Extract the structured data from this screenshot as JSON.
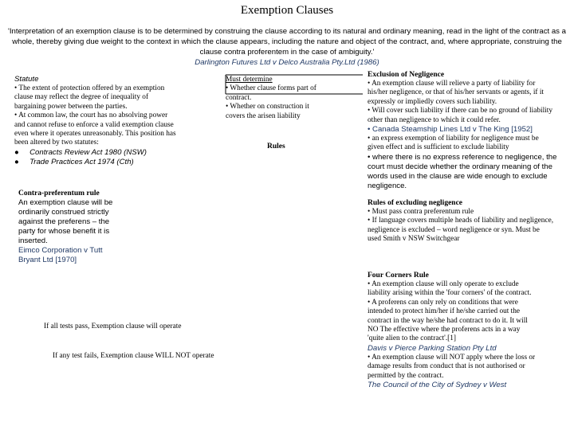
{
  "title": "Exemption Clauses",
  "quote": {
    "text": "'Interpretation of an exemption clause is to be determined by construing the clause according to its natural and ordinary meaning, read in the light of the contract as a whole, thereby giving due weight to the context in which the clause appears, including the nature and object of the contract, and, where appropriate, construing the clause contra proferentem in the case of ambiguity.'",
    "source": "Darlington Futures Ltd v Delco Australia Pty.Ltd (1986)"
  },
  "statute": {
    "heading": "Statute",
    "lines": [
      "• The extent of protection offered by an exemption",
      "clause may reflect the degree of inequality of",
      "bargaining power between the parties.",
      "• At common law, the court has no absolving power",
      "and cannot refuse to enforce a valid exemption clause",
      "even where it operates unreasonably. This position has",
      "been altered by two statutes:"
    ],
    "acts": [
      "Contracts Review Act 1980 (NSW)",
      "Trade Practices Act 1974 (Cth)"
    ]
  },
  "contra": {
    "heading": "Contra-preferentum rule",
    "lines": [
      "An exemption clause will be",
      "ordinarily construed strictly",
      "against the preferens – the",
      "party for whose benefit it is",
      "inserted."
    ],
    "case_lines": [
      "Eimco Corporation v Tutt",
      "Bryant Ltd [1970]"
    ]
  },
  "must_determine": {
    "heading": "Must determine",
    "lines": [
      "• Whether clause forms part of",
      "contract.",
      "• Whether on construction it",
      "covers the arisen liability"
    ]
  },
  "rules_label": "Rules",
  "negligence": {
    "heading": "Exclusion of Negligence",
    "lines": [
      "• An exemption clause will relieve a party of liability for",
      "his/her negligence, or that of his/her servants or agents, if it",
      "expressly or impliedly covers such liability.",
      "• Will cover such liability if there can be no ground of liability",
      "other than negligence to which it could refer."
    ],
    "case": "• Canada Steamship Lines Ltd v The King [1952]",
    "lines2": [
      "• an express exemption of liability for negligence must be",
      "given effect and is sufficient to exclude liability"
    ],
    "lines3": [
      "• where there is no express reference to negligence, the",
      "court must decide whether the ordinary meaning of the",
      "words used in the clause are wide enough to exclude",
      "negligence."
    ]
  },
  "excluding": {
    "heading": "Rules of excluding negligence",
    "lines": [
      "• Must pass contra preferentum rule",
      "• If language covers multiple heads of liability and negligence,",
      "negligence is excluded – word negligence or syn. Must be",
      "used Smith v NSW Switchgear"
    ]
  },
  "four_corners": {
    "heading": "Four Corners Rule",
    "lines": [
      "• An exemption clause will only operate to exclude",
      "liability arising within the 'four corners' of the contract.",
      "• A proferens can only rely on conditions that were",
      "intended to protect him/her if he/she carried out the",
      "contract in the way he/she had contract to do it. It will",
      "NO The effective where the proferens acts in a way",
      "'quite alien to the contract'.[1]"
    ],
    "case1": "Davis v Pierce Parking Station Pty Ltd",
    "lines2": [
      "• An exemption clause will NOT apply where the loss or",
      "damage results from conduct that is not authorised or",
      "permitted by the contract."
    ],
    "case2": "The Council of the City of Sydney v West"
  },
  "outcome_pass": "If all tests pass, Exemption clause will operate",
  "outcome_fail": "If any test fails, Exemption clause WILL NOT operate"
}
